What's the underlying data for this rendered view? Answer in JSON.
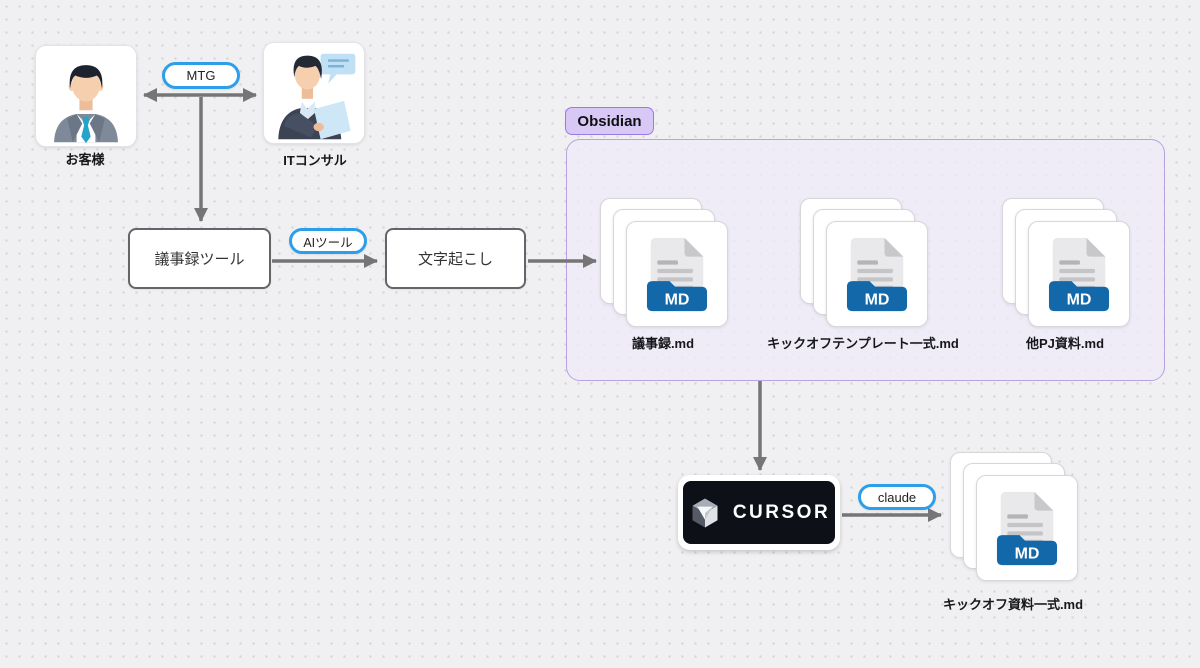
{
  "nodes": {
    "customer": {
      "label": "お客様"
    },
    "consultant": {
      "label": "ITコンサル"
    },
    "minutes_tool": {
      "label": "議事録ツール"
    },
    "transcription": {
      "label": "文字起こし"
    },
    "cursor": {
      "label": "CURSOR"
    },
    "output_file": {
      "label": "キックオフ資料一式.md"
    }
  },
  "edge_labels": {
    "mtg": "MTG",
    "ai_tool": "AIツール",
    "claude": "claude"
  },
  "obsidian": {
    "badge": "Obsidian",
    "files": [
      {
        "label": "議事録.md"
      },
      {
        "label": "キックオフテンプレート一式.md"
      },
      {
        "label": "他PJ資料.md"
      }
    ]
  },
  "file_badge_text": "MD",
  "colors": {
    "canvas_bg": "#f0f0f2",
    "dot": "#d2d2d5",
    "arrow": "#757575",
    "edge_label_border": "#2d9ee9",
    "box_border": "#656569",
    "obsidian_badge_bg": "#d8c8f5",
    "obsidian_border": "#b7a3e2",
    "md_badge_blue": "#1268a8",
    "cursor_bg": "#0d1117"
  }
}
